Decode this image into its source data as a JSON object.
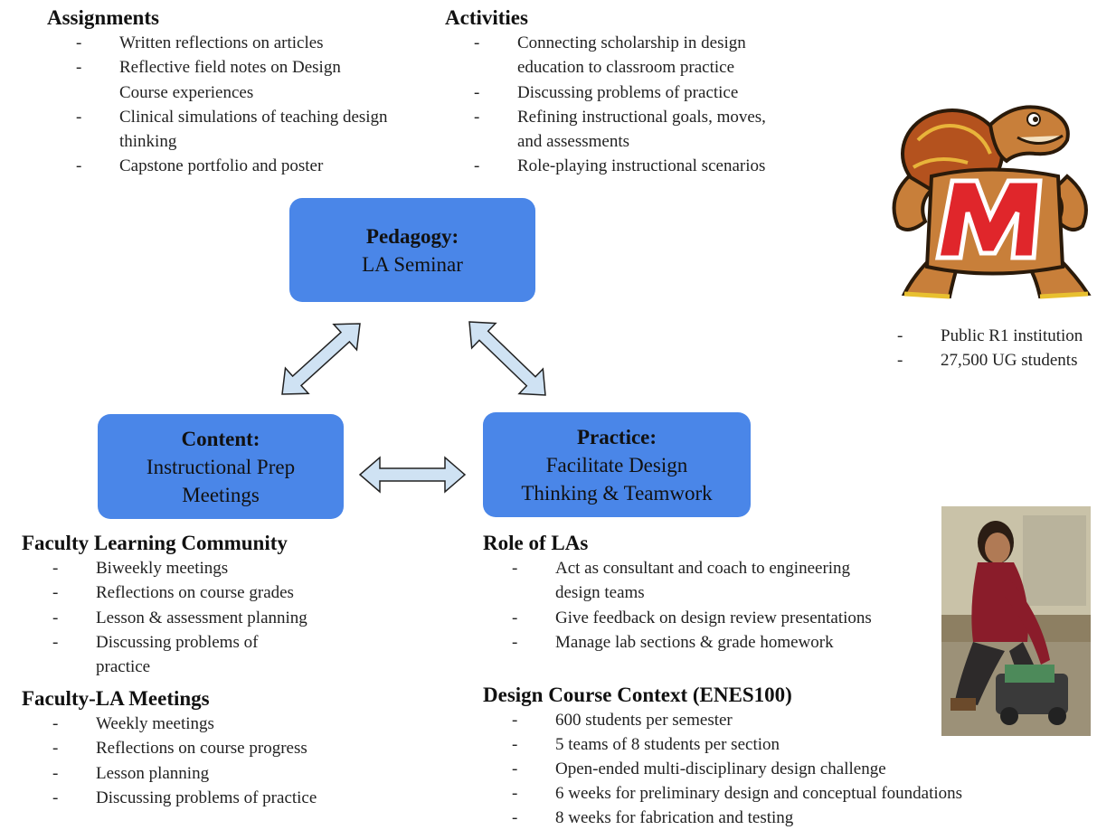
{
  "assignments": {
    "title": "Assignments",
    "items": [
      [
        "Written reflections on articles"
      ],
      [
        "Reflective field notes on Design",
        "Course experiences"
      ],
      [
        "Clinical simulations of teaching design",
        "thinking"
      ],
      [
        "Capstone portfolio and poster"
      ]
    ]
  },
  "activities": {
    "title": "Activities",
    "items": [
      [
        "Connecting scholarship in design",
        "education to classroom practice"
      ],
      [
        "Discussing problems of practice"
      ],
      [
        "Refining instructional goals, moves,",
        "and assessments"
      ],
      [
        "Role-playing instructional scenarios"
      ]
    ]
  },
  "boxes": {
    "pedagogy": {
      "title": "Pedagogy:",
      "lines": [
        "LA Seminar"
      ]
    },
    "content": {
      "title": "Content:",
      "lines": [
        "Instructional Prep",
        "Meetings"
      ]
    },
    "practice": {
      "title": "Practice:",
      "lines": [
        "Facilitate Design",
        "Thinking & Teamwork"
      ]
    }
  },
  "institution": {
    "items": [
      [
        "Public R1 institution"
      ],
      [
        "27,500 UG students"
      ]
    ]
  },
  "faculty_learning_community": {
    "title": "Faculty Learning Community",
    "items": [
      [
        "Biweekly meetings"
      ],
      [
        "Reflections on course grades"
      ],
      [
        "Lesson & assessment planning"
      ],
      [
        "Discussing problems of",
        "practice"
      ]
    ]
  },
  "faculty_la_meetings": {
    "title": "Faculty-LA Meetings",
    "items": [
      [
        "Weekly meetings"
      ],
      [
        "Reflections on course progress"
      ],
      [
        "Lesson planning"
      ],
      [
        "Discussing problems of practice"
      ]
    ]
  },
  "role_of_las": {
    "title": "Role of LAs",
    "items": [
      [
        "Act as consultant and coach to engineering",
        "design teams"
      ],
      [
        "Give feedback on design review presentations"
      ],
      [
        "Manage lab sections & grade homework"
      ]
    ]
  },
  "design_course_context": {
    "title": "Design Course Context (ENES100)",
    "items": [
      [
        "600 students per semester"
      ],
      [
        "5 teams of 8 students per section"
      ],
      [
        "Open-ended multi-disciplinary design challenge"
      ],
      [
        "6 weeks for preliminary design and conceptual foundations"
      ],
      [
        "8 weeks for fabrication and testing"
      ]
    ]
  },
  "bullet_char": "-",
  "colors": {
    "box_fill": "#4a86e8",
    "arrow_fill": "#cfe2f3",
    "arrow_stroke": "#222222",
    "logo_red": "#e0262b"
  },
  "images": {
    "mascot": "terrapin-mascot-with-letter-M",
    "photo": "student-with-robot-photo"
  },
  "mascot_letter": "M"
}
